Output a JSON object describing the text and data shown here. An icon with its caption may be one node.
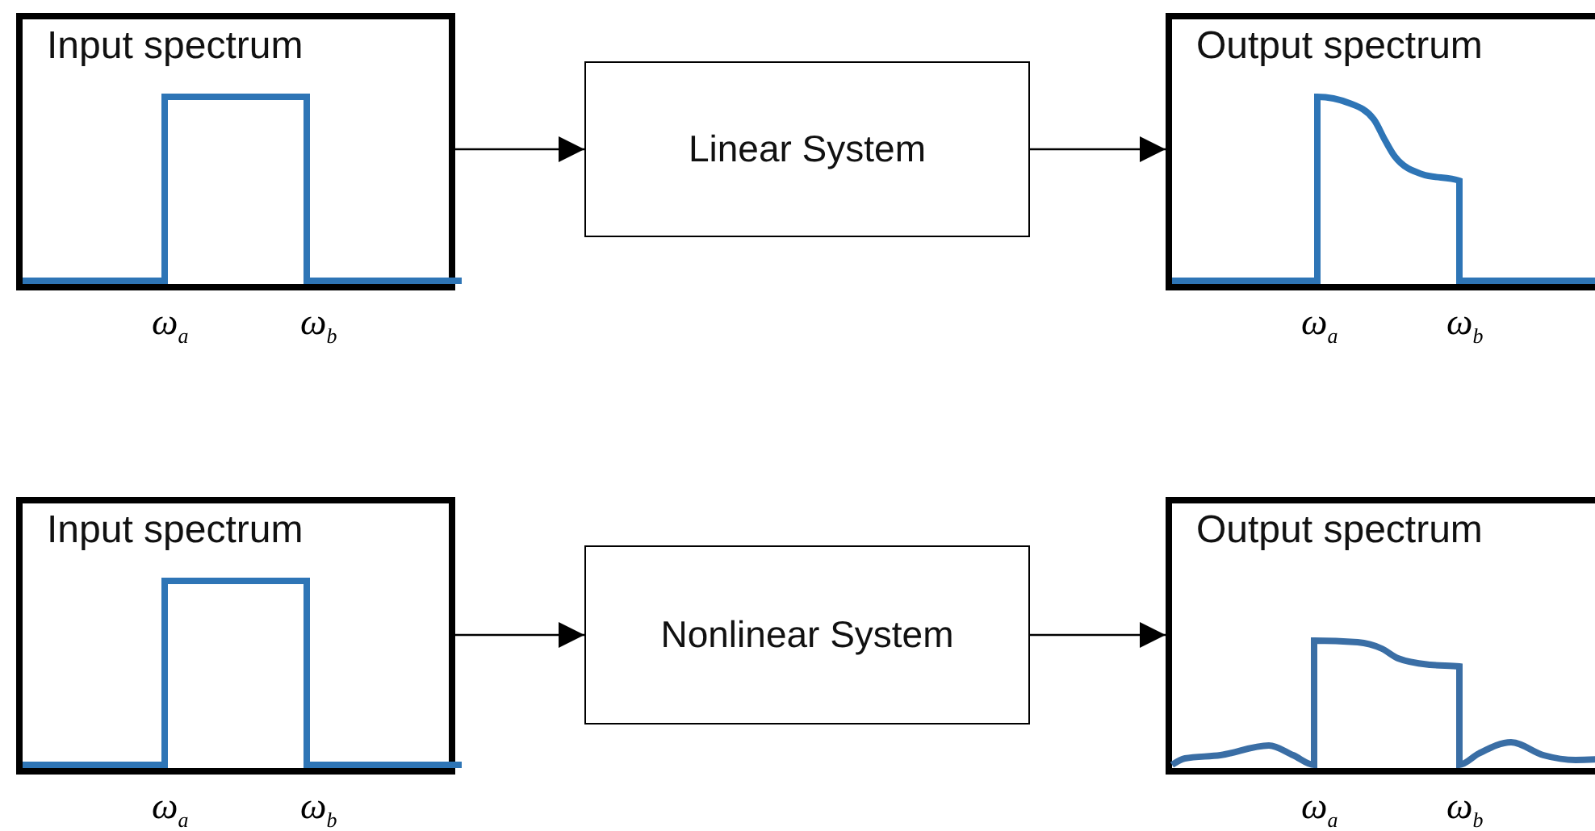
{
  "diagram": {
    "nodes": [
      {
        "text": [
          "Input spectrum"
        ],
        "beside": [
          "ω$_{a}$",
          "ω$_{b}$"
        ]
      },
      {
        "text": [
          "Linear System"
        ]
      },
      {
        "text": [
          "Output spectrum"
        ],
        "beside": [
          "ω$_{a}$",
          "ω$_{b}$"
        ]
      },
      {
        "text": [
          "Input spectrum"
        ],
        "beside": [
          "ω$_{a}$",
          "ω$_{b}$"
        ]
      },
      {
        "text": [
          "Nonlinear System"
        ]
      },
      {
        "text": [
          "Output spectrum"
        ],
        "beside": [
          "ω$_{a}$",
          "ω$_{b}$"
        ]
      }
    ],
    "edges": [
      {
        "from": 0,
        "to": 1,
        "arrow": "to"
      },
      {
        "from": 1,
        "to": 2,
        "arrow": "to"
      },
      {
        "from": 3,
        "to": 4,
        "arrow": "to"
      },
      {
        "from": 4,
        "to": 5,
        "arrow": "to"
      }
    ]
  }
}
